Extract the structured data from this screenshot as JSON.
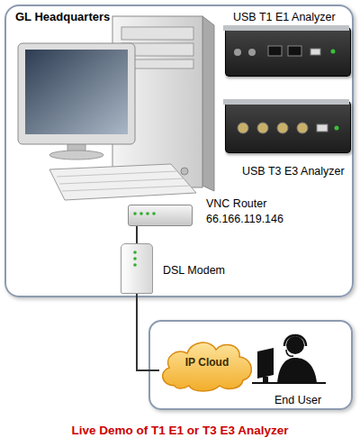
{
  "diagram": {
    "caption": "Live Demo of T1 E1 or T3 E3 Analyzer",
    "nodes": [
      {
        "text": [
          "GL Headquarters"
        ]
      },
      {
        "text": [
          "USB T1 E1 Analyzer"
        ],
        "in": 0
      },
      {
        "text": [
          "USB T3 E3 Analyzer"
        ],
        "in": 0
      },
      {
        "text": [
          "VNC Router",
          "66.166.119.146"
        ],
        "in": 0
      },
      {
        "text": [
          "DSL Modem"
        ],
        "in": 0
      },
      {
        "text": [
          "End User"
        ]
      },
      {
        "text": [
          "IP Cloud"
        ],
        "in": 5
      }
    ],
    "edges": [
      {
        "from": 3,
        "to": 4,
        "arrow": "none"
      },
      {
        "from": 4,
        "to": 6,
        "arrow": "none"
      }
    ]
  }
}
